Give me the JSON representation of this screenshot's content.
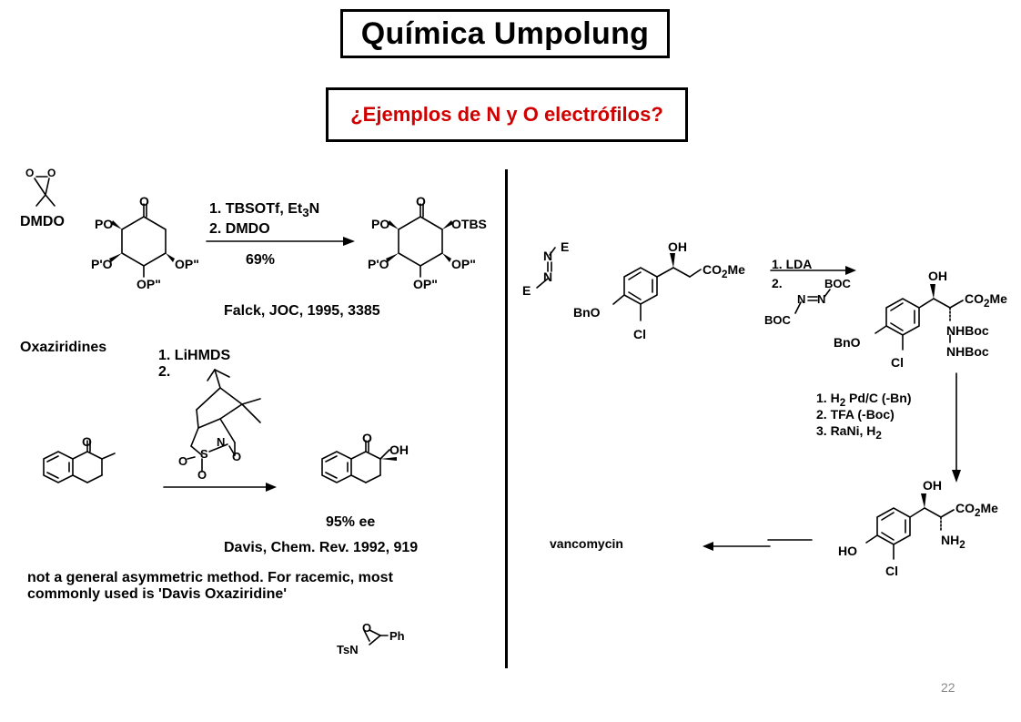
{
  "slide": {
    "title": "Química Umpolung",
    "subtitle": "¿Ejemplos de N y O electrófilos?",
    "page_number": "22"
  },
  "left_panel": {
    "dmdo_label": "DMDO",
    "dmdo_o1": "O",
    "dmdo_o2": "O",
    "reaction1": {
      "reagent_line1": "1. TBSOTf, Et",
      "reagent_line1_sub": "3",
      "reagent_line1_tail": "N",
      "reagent_line2": "2. DMDO",
      "yield": "69%",
      "reference": "Falck, JOC, 1995, 3385",
      "sm_carbonyl": "O",
      "sm_po": "PO",
      "sm_p1o": "P'O",
      "sm_op2_right": "OP\"",
      "sm_op2_bottom": "OP\"",
      "pr_carbonyl": "O",
      "pr_po": "PO",
      "pr_otbs": "OTBS",
      "pr_p1o": "P'O",
      "pr_op2_right": "OP\"",
      "pr_op2_bottom": "OP\""
    },
    "oxaziridines_heading": "Oxaziridines",
    "reaction2": {
      "reagent_line1": "1. LiHMDS",
      "reagent_line2": "2.",
      "reagent_s": "S",
      "reagent_n": "N",
      "reagent_o": "O",
      "reagent_o2": "O",
      "reagent_o3": "O",
      "sm_carbonyl": "O",
      "pr_carbonyl": "O",
      "pr_oh": "OH",
      "ee": "95% ee",
      "reference": "Davis, Chem. Rev. 1992, 919"
    },
    "note_line1": "not a general asymmetric method.  For racemic, most",
    "note_line2": "commonly used is 'Davis Oxaziridine'",
    "davis": {
      "o": "O",
      "tsn": "TsN",
      "ph": "Ph"
    }
  },
  "right_panel": {
    "azo_e_top": "E",
    "azo_n1": "N",
    "azo_n2": "N",
    "azo_e_bottom": "E",
    "sm_oh": "OH",
    "sm_co2me": "CO",
    "sm_co2me_sub": "2",
    "sm_co2me_tail": "Me",
    "sm_bno": "BnO",
    "sm_cl": "Cl",
    "step1_line1": "1. LDA",
    "step1_line2": "2.",
    "step1_boc_right": "BOC",
    "step1_boc_left": "BOC",
    "step1_n": "N",
    "step1_n2": "N",
    "int_oh": "OH",
    "int_co2me": "CO",
    "int_co2me_sub": "2",
    "int_co2me_tail": "Me",
    "int_nhboc1": "NHBoc",
    "int_nhboc2": "NHBoc",
    "int_bno": "BnO",
    "int_cl": "Cl",
    "step2_line1": "1. H",
    "step2_line1_sub": "2",
    "step2_line1_tail": " Pd/C (-Bn)",
    "step2_line2": "2. TFA (-Boc)",
    "step2_line3": "3. RaNi, H",
    "step2_line3_sub": "2",
    "pr_oh": "OH",
    "pr_co2me": "CO",
    "pr_co2me_sub": "2",
    "pr_co2me_tail": "Me",
    "pr_nh2": "NH",
    "pr_nh2_sub": "2",
    "pr_ho": "HO",
    "pr_cl": "Cl",
    "final_target": "vancomycin"
  }
}
